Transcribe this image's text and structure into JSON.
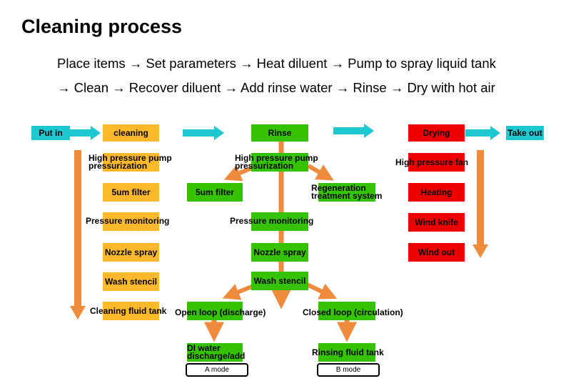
{
  "title": "Cleaning process",
  "subtitle_line1": "Place items → Set parameters → Heat diluent → Pump to spray liquid tank",
  "subtitle_line2": "→ Clean → Recover diluent → Add rinse water → Rinse → Dry with hot air",
  "colors": {
    "orange": "#FDB92B",
    "green": "#35C200",
    "red": "#EE0000",
    "cyan": "#1EC8D0",
    "arrow_orange": "#F08A3C"
  },
  "top_row": {
    "put_in": "Put in",
    "cleaning": "cleaning",
    "rinse": "Rinse",
    "drying": "Drying",
    "take_out": "Take out"
  },
  "cleaning_steps": [
    "High pressure pump pressurization",
    "5um filter",
    "Pressure monitoring",
    "Nozzle spray",
    "Wash stencil",
    "Cleaning fluid tank"
  ],
  "rinse_steps": {
    "pump": "High pressure pump pressurization",
    "filter": "5um filter",
    "regeneration": "Regeneration treatment system",
    "pressure": "Pressure monitoring",
    "nozzle": "Nozzle spray",
    "wash": "Wash stencil",
    "open_loop": "Open loop (discharge)",
    "closed_loop": "Closed loop (circulation)",
    "di_water": "DI water discharge/add",
    "rinsing_tank": "Rinsing fluid tank"
  },
  "drying_steps": [
    "High pressure fan",
    "Heating",
    "Wind knife",
    "Wind out"
  ],
  "modes": {
    "a": "A mode",
    "b": "B mode"
  }
}
